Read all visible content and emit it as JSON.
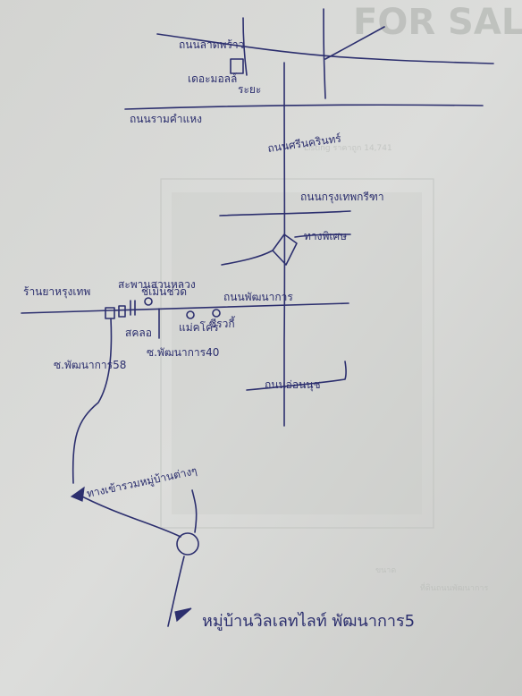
{
  "colors": {
    "paper": "#d6d7d4",
    "ink": "#2c2f6e",
    "show_through": "#b9bcb8"
  },
  "roads": {
    "lat_phrao": "ถนนลาดพร้าว",
    "ramkhamhaeng": "ถนนรามคำแหง",
    "srinakarin": "ถนนศรีนครินทร์",
    "krungthep_kreetha": "ถนนกรุงเทพกรีฑา",
    "motorway": "ทางพิเศษ",
    "phatthanakan": "ถนนพัฒนาการ",
    "on_nut": "ถนนอ่อนนุช"
  },
  "sois": {
    "soi_58": "ซ.พัฒนาการ58",
    "soi_40": "ซ.พัฒนาการ40"
  },
  "places": {
    "the_mall": "เดอะมอลล์",
    "ramkhamhaeng_short": "ระยะ",
    "fruit_shop": "ร้านยาหรุงเทพ",
    "suan_luang": "สะพานสวนหลวง",
    "shop_2": "ชิเมินช่วด",
    "kong_shop": "สคลอ",
    "maeko": "แม่คโคร",
    "big_c": "ซีรวกี้"
  },
  "route_note": "ทางเข้ารวมหมู่บ้านต่างๆ",
  "destination": "หมู่บ้านวิลเลทไลท์ พัฒนาการ5",
  "show_through": {
    "heading": "FOR SALE",
    "line_1": "Listing ราคาถูก 14,741",
    "line_2": "ขนาด",
    "line_3": "ที่ดินถนนพัฒนาการ"
  }
}
